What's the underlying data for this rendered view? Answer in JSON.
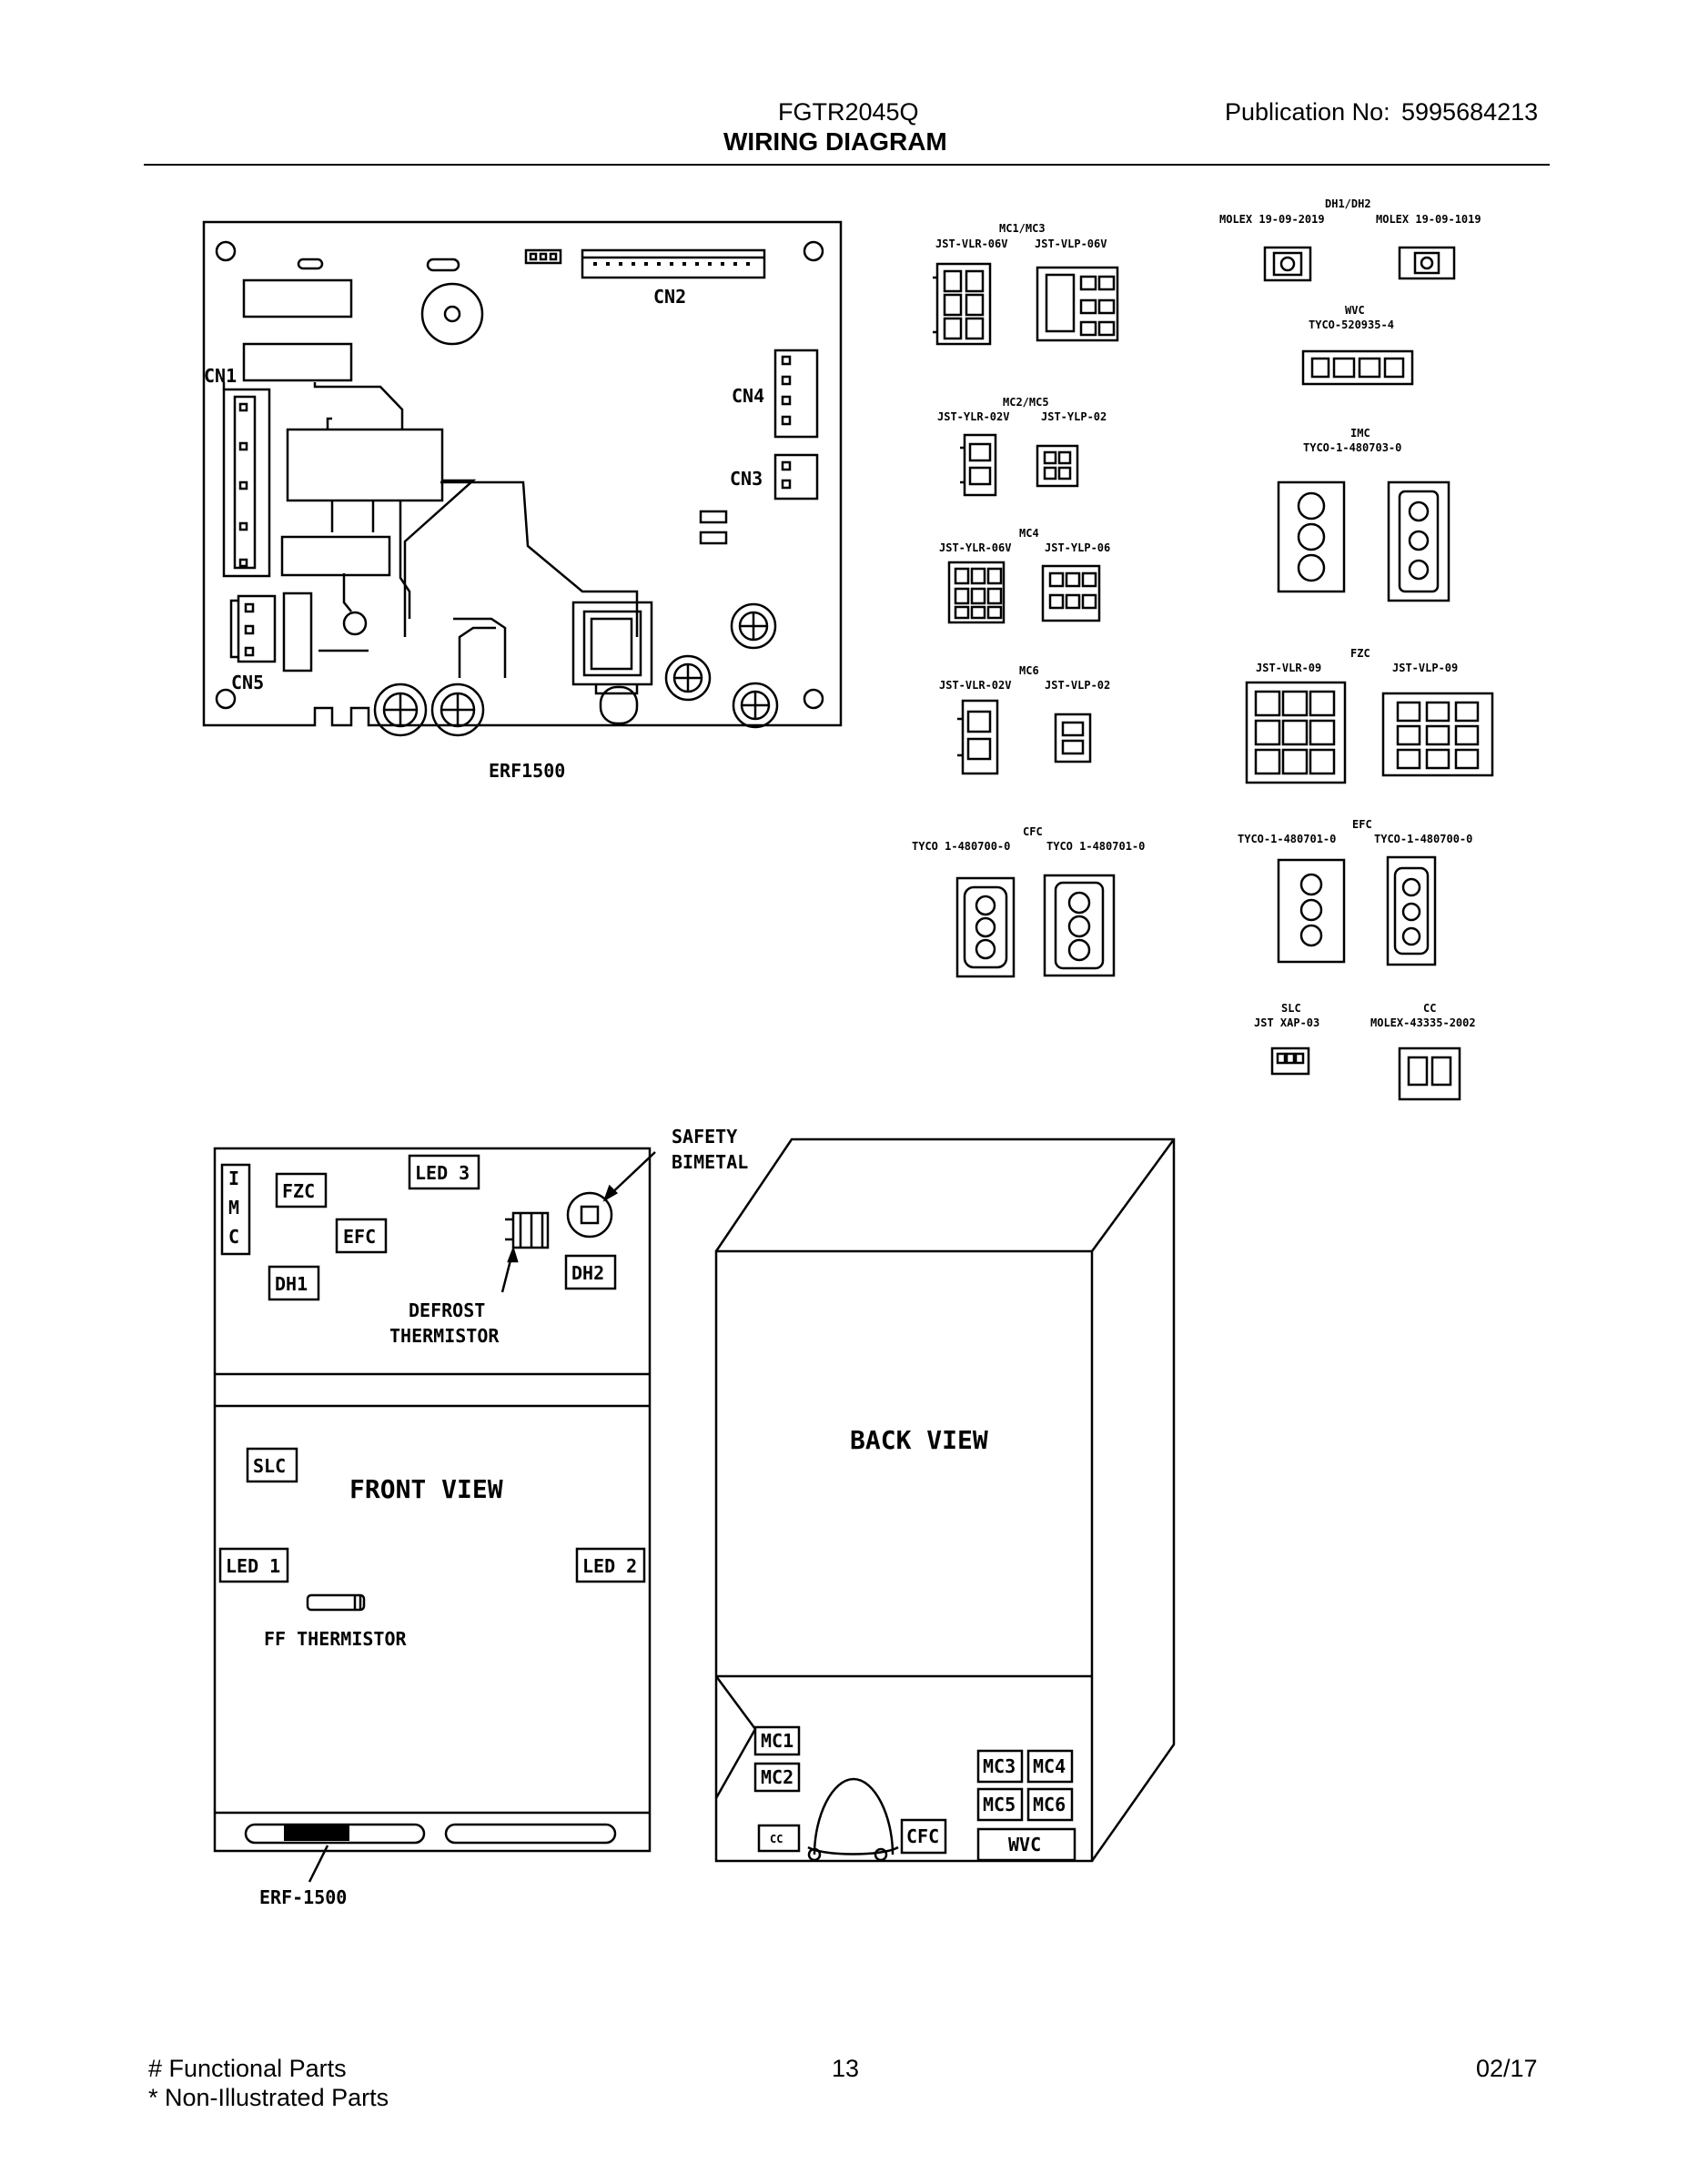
{
  "header": {
    "model": "FGTR2045Q",
    "title": "WIRING DIAGRAM",
    "publication_label": "Publication No:",
    "publication_number": "5995684213"
  },
  "board": {
    "name": "ERF1500",
    "cn1": "CN1",
    "cn2": "CN2",
    "cn3": "CN3",
    "cn4": "CN4",
    "cn5": "CN5"
  },
  "connectors": {
    "mc1_mc3": {
      "title": "MC1/MC3",
      "left": "JST-VLR-06V",
      "right": "JST-VLP-06V"
    },
    "mc2_mc5": {
      "title": "MC2/MC5",
      "left": "JST-YLR-02V",
      "right": "JST-YLP-02"
    },
    "mc4": {
      "title": "MC4",
      "left": "JST-YLR-06V",
      "right": "JST-YLP-06"
    },
    "mc6": {
      "title": "MC6",
      "left": "JST-VLR-02V",
      "right": "JST-VLP-02"
    },
    "cfc": {
      "title": "CFC",
      "left": "TYCO 1-480700-0",
      "right": "TYCO 1-480701-0"
    },
    "dh": {
      "title": "DH1/DH2",
      "left": "MOLEX 19-09-2019",
      "right": "MOLEX 19-09-1019"
    },
    "wvc": {
      "title": "WVC",
      "sub": "TYCO-520935-4"
    },
    "imc": {
      "title": "IMC",
      "sub": "TYCO-1-480703-0"
    },
    "fzc": {
      "title": "FZC",
      "left": "JST-VLR-09",
      "right": "JST-VLP-09"
    },
    "efc": {
      "title": "EFC",
      "left": "TYCO-1-480701-0",
      "right": "TYCO-1-480700-0"
    },
    "slc": {
      "title": "SLC",
      "sub": "JST XAP-03"
    },
    "cc": {
      "title": "CC",
      "sub": "MOLEX-43335-2002"
    }
  },
  "front": {
    "view_label": "FRONT VIEW",
    "imc_letters": [
      "I",
      "M",
      "C"
    ],
    "fzc": "FZC",
    "efc": "EFC",
    "dh1": "DH1",
    "dh2": "DH2",
    "led3": "LED 3",
    "led1": "LED 1",
    "led2": "LED 2",
    "slc": "SLC",
    "safety_l1": "SAFETY",
    "safety_l2": "BIMETAL",
    "defrost_l1": "DEFROST",
    "defrost_l2": "THERMISTOR",
    "ff_thermistor": "FF THERMISTOR",
    "erf": "ERF-1500"
  },
  "back": {
    "view_label": "BACK VIEW",
    "mc1": "MC1",
    "mc2": "MC2",
    "mc3": "MC3",
    "mc4": "MC4",
    "mc5": "MC5",
    "mc6": "MC6",
    "cc": "CC",
    "cfc": "CFC",
    "wvc": "WVC"
  },
  "footer": {
    "functional": "# Functional Parts",
    "non_illustrated": "* Non-Illustrated Parts",
    "page": "13",
    "date": "02/17"
  }
}
